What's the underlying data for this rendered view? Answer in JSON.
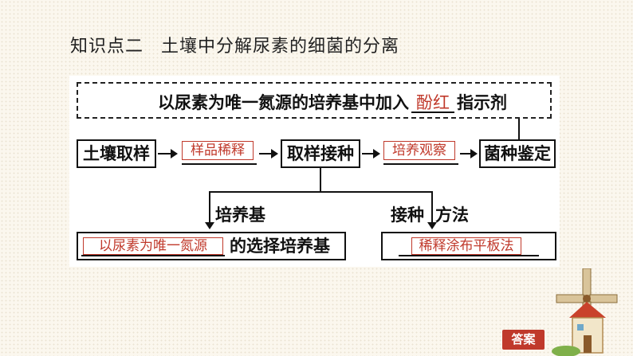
{
  "heading": {
    "number": "知识点二",
    "title": "土壤中分解尿素的细菌的分离"
  },
  "diagram": {
    "top_text_prefix": "以尿素为唯一氮源的培养基中加入",
    "top_blank": "酚红",
    "top_text_suffix": "指示剂",
    "step1": "土壤取样",
    "step2_answer": "样品稀释",
    "step3": "取样接种",
    "step4_answer": "培养观察",
    "step5": "菌种鉴定",
    "branch_left_label": "培养基",
    "branch_right_label_prefix": "接种",
    "branch_right_label_suffix": "方法",
    "left_answer": "以尿素为唯一氮源",
    "left_suffix": "的选择培养基",
    "right_answer": "稀释涂布平板法"
  },
  "button": {
    "answer_label": "答案"
  },
  "colors": {
    "answer_red": "#c0392b",
    "background": "#fbf7ee"
  }
}
